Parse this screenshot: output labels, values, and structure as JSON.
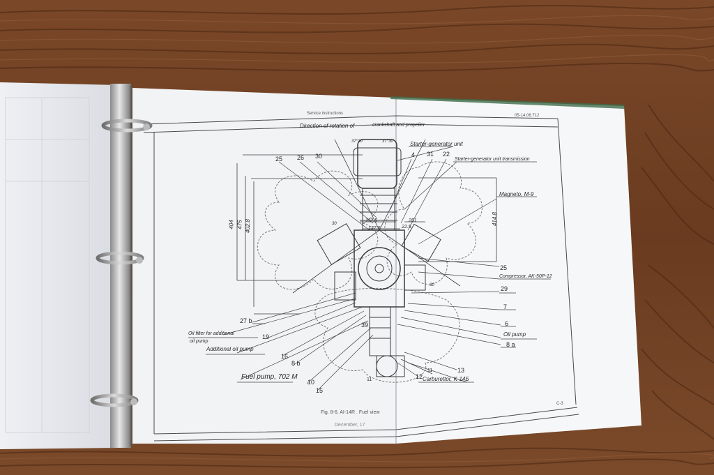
{
  "header": {
    "title": "Service instructions",
    "doc_code": "05-14.06.712",
    "subtitle_left": "Direction of rotation of",
    "subtitle_right": "crankshaft and propeller"
  },
  "footer": {
    "caption": "Fig. 8-6.  AI-14R . Fuel view",
    "date": "December, 17",
    "page_box": "C-3"
  },
  "dimensions": {
    "d404": "404",
    "d475": "475",
    "d4028": "402.8",
    "d4148": "414.8",
    "d1125": "112.5",
    "d1275": "127.5",
    "d281": "281",
    "d225": "22.5",
    "d30a": "30",
    "d30b": "30",
    "d37a": "37°30'",
    "d37b": "37°30'"
  },
  "callouts": {
    "starter_unit": "Starter-generator unit",
    "starter_transmission": "Starter-generator unit transmission",
    "magneto": "Magneto, M-9",
    "compressor": "Compressor, AK-50P-12",
    "oil_pump": "Oil pump",
    "carburettor": "Carburettor, K-14Б",
    "fuel_pump": "Fuel pump, 702 M",
    "additional_oil_pump": "Additional oil pump",
    "oil_filter_1": "Oil filter for additional",
    "oil_filter_2": "oil pump"
  },
  "numbers": {
    "n25a": "25",
    "n26": "26",
    "n30": "30",
    "n4": "4",
    "n31": "31",
    "n22": "22",
    "n25b": "25",
    "n29": "29",
    "n7": "7",
    "n6": "6",
    "n8a": "8 a",
    "n27b": "27 b",
    "n19": "19",
    "n16": "16",
    "n8b": "8 b",
    "n10": "10",
    "n15": "15",
    "n39": "39",
    "n11a": "11",
    "n12": "12",
    "n11b": "11",
    "n13": "13"
  }
}
